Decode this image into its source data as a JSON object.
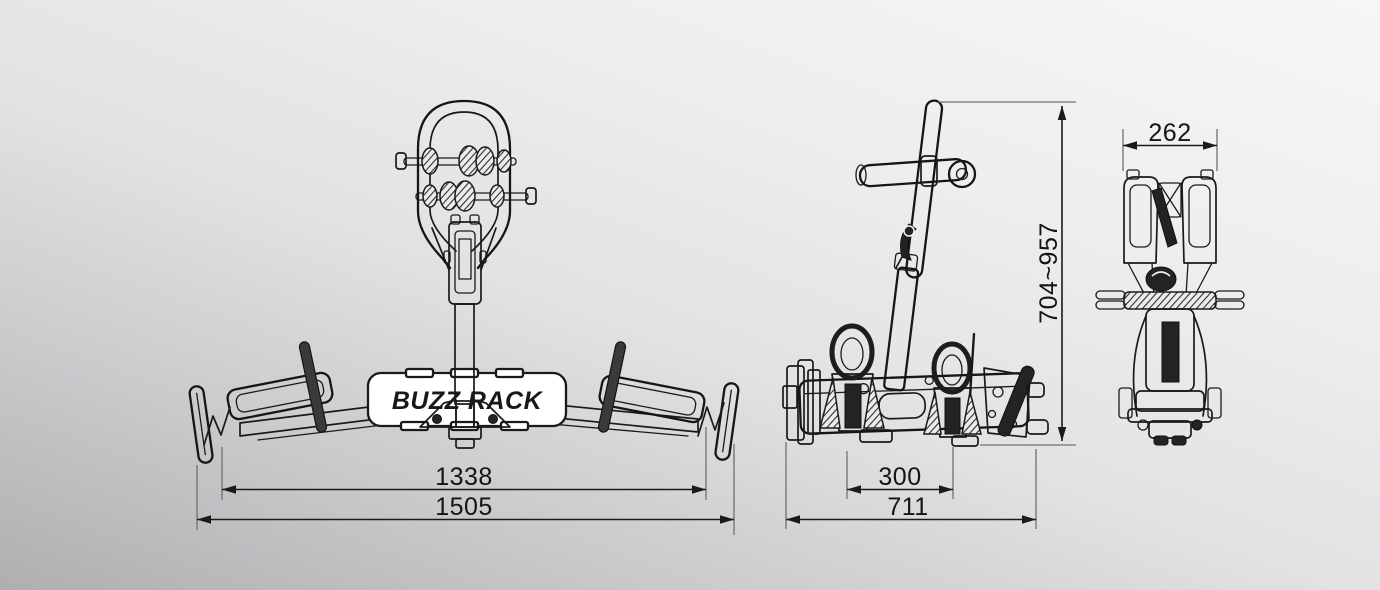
{
  "brand": {
    "logo_text": "BUZZ RACK"
  },
  "views": {
    "front": {
      "dim_inner_width": "1338",
      "dim_overall_width": "1505"
    },
    "side": {
      "dim_height_range": "704~957",
      "dim_tray_spacing": "300",
      "dim_overall_depth": "711"
    },
    "rear": {
      "dim_folded_width": "262"
    }
  },
  "colors": {
    "line": "#1a1a1a",
    "extension_line": "#707073",
    "plate_fill": "#ffffff",
    "dark_fill": "#232323",
    "background_top": "#f6f6f7",
    "background_bottom": "#afafb2"
  }
}
